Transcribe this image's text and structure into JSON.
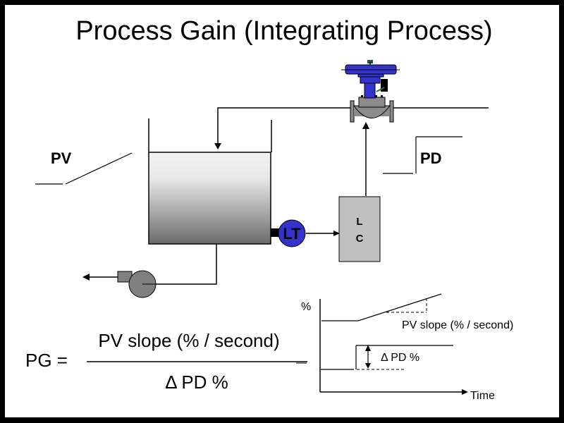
{
  "title": "Process Gain (Integrating Process)",
  "process_diagram": {
    "pv_label": "PV",
    "pd_label": "PD",
    "transmitter_label": "LT",
    "controller_label_line1": "L",
    "controller_label_line2": "C",
    "colors": {
      "transmitter_fill": "#3333cc",
      "actuator_fill": "#3333cc",
      "valve_body": "#8c8c8c",
      "controller_fill": "#c0c0c0",
      "pump_fill": "#808080",
      "tank_top": "#f4f4f4",
      "tank_bottom": "#6a6c6a"
    }
  },
  "equation": {
    "lhs": "PG =",
    "numerator": "PV slope (% / second)",
    "denominator": "Δ PD %"
  },
  "response_plot": {
    "y_axis_label": "%",
    "x_axis_label": "Time",
    "pv_slope_label": "PV slope (% / second)",
    "delta_pd_label": "Δ PD %"
  }
}
